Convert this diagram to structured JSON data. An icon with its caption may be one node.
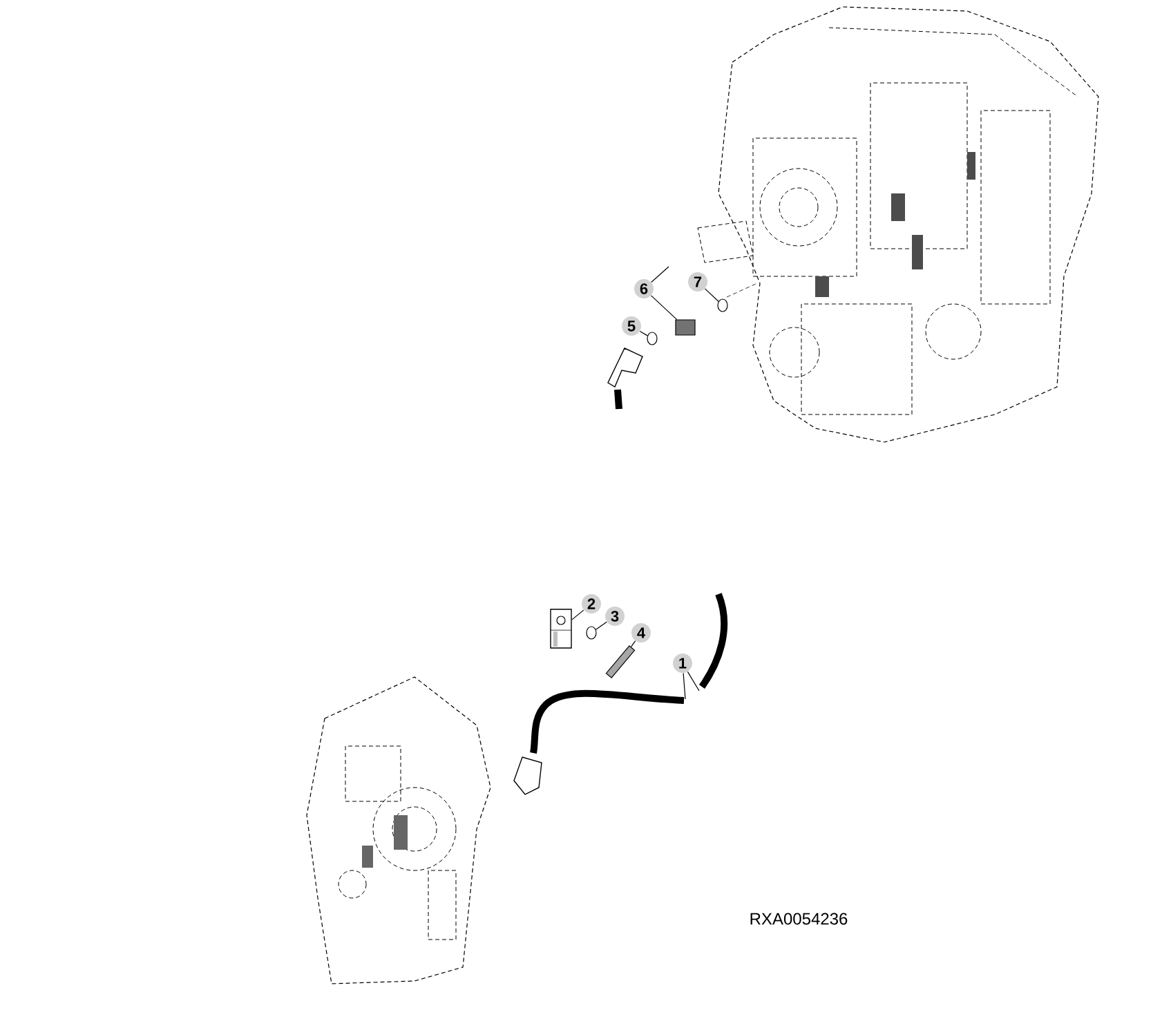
{
  "diagram": {
    "nodes": [
      {
        "text": [
          "6"
        ]
      },
      {
        "text": [
          "7"
        ]
      },
      {
        "text": [
          "5"
        ]
      },
      {
        "text": [
          "2"
        ]
      },
      {
        "text": [
          "3"
        ]
      },
      {
        "text": [
          "4"
        ]
      },
      {
        "text": [
          "1"
        ]
      },
      {
        "text": [],
        "shape": "circle"
      },
      {
        "text": [],
        "shape": "box"
      },
      {
        "text": [],
        "shape": "circle"
      },
      {
        "text": [],
        "shape": "picture"
      },
      {
        "text": [],
        "shape": "circle"
      },
      {
        "text": [],
        "shape": "bar"
      }
    ],
    "edges": [
      {
        "from": 0,
        "to": 8,
        "arrow": "none"
      },
      {
        "from": 0,
        "to": null,
        "arrow": "none"
      },
      {
        "from": 1,
        "to": 9,
        "arrow": "none"
      },
      {
        "from": 2,
        "to": 7,
        "arrow": "none"
      },
      {
        "from": 3,
        "to": 10,
        "arrow": "none"
      },
      {
        "from": 4,
        "to": 11,
        "arrow": "none"
      },
      {
        "from": 5,
        "to": 12,
        "arrow": "none"
      },
      {
        "from": 6,
        "to": null,
        "arrow": "none"
      },
      {
        "from": 6,
        "to": null,
        "arrow": "none"
      }
    ],
    "labels": [
      "RXA0054236"
    ]
  }
}
